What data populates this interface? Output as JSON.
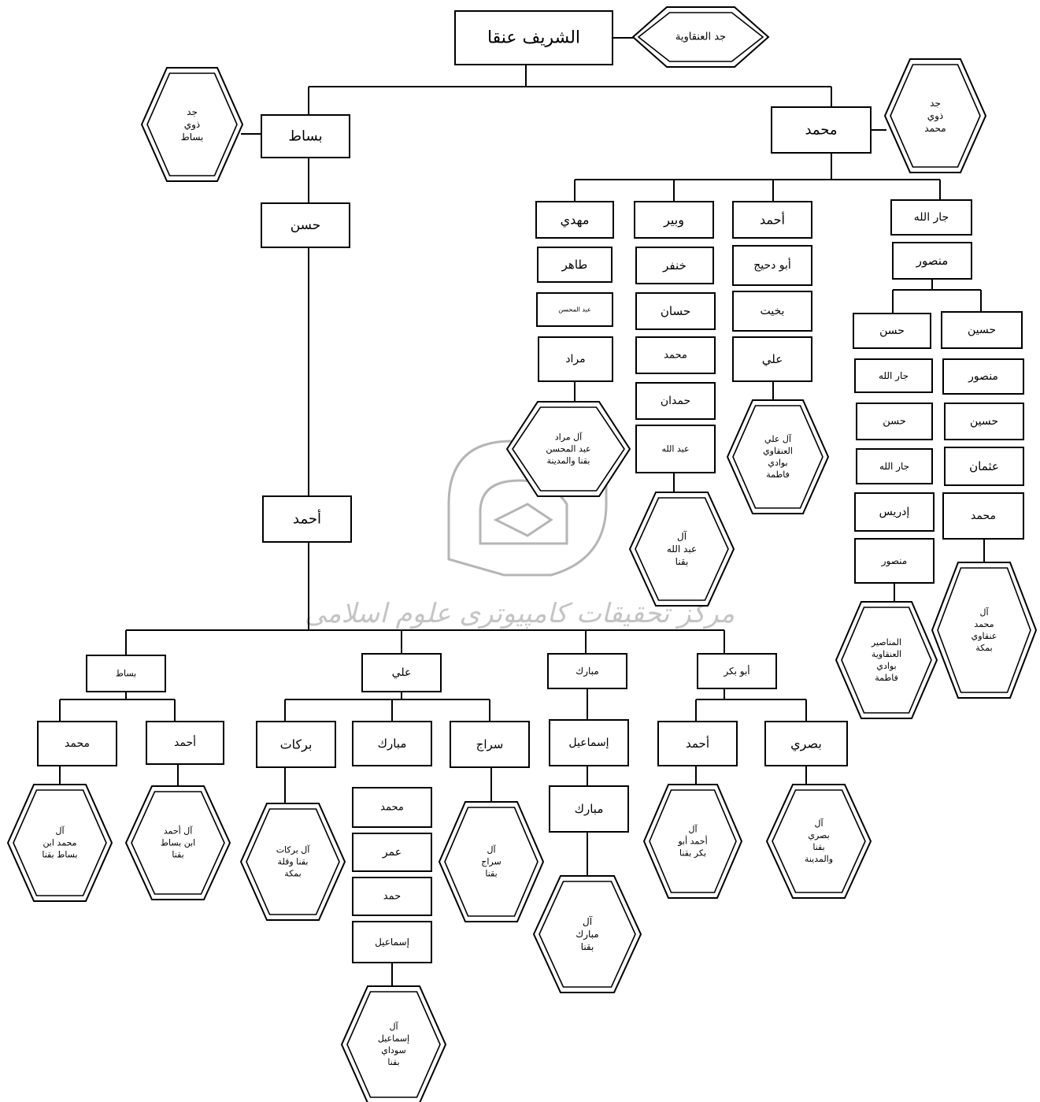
{
  "watermark": {
    "text": "مرکز تحقیقات کامپیوتری علوم اسلامی"
  },
  "boxes": {
    "root": "الشريف عنقا",
    "basat": "بساط",
    "muhammad": "محمد",
    "hasan": "حسن",
    "ahmad": "أحمد",
    "mahdi": "مهدي",
    "wabr": "وبير",
    "ahmad2": "أحمد",
    "jarallah": "جار الله",
    "tahir": "طاهر",
    "abdalmuhsin": "عبد المحسن",
    "murad": "مراد",
    "khanfar": "خنفر",
    "hassan_w": "حسان",
    "muhammad_w": "محمد",
    "hamdan": "حمدان",
    "abdallah": "عبد الله",
    "abudahij": "أبو دحيج",
    "bakhit": "بخيت",
    "ali_a": "علي",
    "mansur": "منصور",
    "hasan_j": "حسن",
    "jarallah2": "جار الله",
    "hasan_j2": "حسن",
    "jarallah3": "جار الله",
    "idris": "إدريس",
    "mansur_j": "منصور",
    "husayn": "حسين",
    "mansur2": "منصور",
    "husayn2": "حسين",
    "uthman": "عثمان",
    "muhammad_h": "محمد",
    "basat2": "بساط",
    "ali": "علي",
    "mubarak": "مبارك",
    "abubakr": "أبو بكر",
    "muhammad_b": "محمد",
    "ahmad_b": "أحمد",
    "barakat": "بركات",
    "mubarak_a": "مبارك",
    "siraj": "سراج",
    "muhammad_m": "محمد",
    "umar": "عمر",
    "hamad": "حمد",
    "ismail_m": "إسماعيل",
    "ismail": "إسماعيل",
    "mubarak2": "مبارك",
    "ahmad_k": "أحمد",
    "basri": "بصري"
  },
  "hexes": {
    "h_root": [
      "جد العنقاوية"
    ],
    "h_basat": [
      "جد",
      "ذوي",
      "بساط"
    ],
    "h_muhammad": [
      "جد",
      "ذوي",
      "محمد"
    ],
    "h_murad": [
      "آل مراد",
      "عبد المحسن",
      "بقنا والمدينة"
    ],
    "h_abdallah": [
      "آل",
      "عبد الله",
      "بقنا"
    ],
    "h_ali": [
      "آل علي",
      "العنقاوي",
      "بوادي",
      "فاطمة"
    ],
    "h_mansur": [
      "المناصير",
      "العنقاوية",
      "بوادي",
      "فاطمة"
    ],
    "h_muhammad_h": [
      "آل",
      "محمد",
      "عنقاوي",
      "بمكة"
    ],
    "h_muhammad_b": [
      "آل",
      "محمد ابن",
      "بساط بقنا"
    ],
    "h_ahmad_b": [
      "آل أحمد",
      "ابن بساط",
      "بقنا"
    ],
    "h_barakat": [
      "آل بركات",
      "بقنا وقلة",
      "بمكة"
    ],
    "h_siraj": [
      "آل",
      "سراج",
      "بقنا"
    ],
    "h_mubarak": [
      "آل",
      "مبارك",
      "بقنا"
    ],
    "h_ahmad_k": [
      "آل",
      "أحمد أبو",
      "بكر بقنا"
    ],
    "h_basri": [
      "آل",
      "بصري",
      "بقنا",
      "والمدينة"
    ],
    "h_ismail": [
      "آل",
      "إسماعيل",
      "سوداي",
      "بقنا"
    ]
  }
}
